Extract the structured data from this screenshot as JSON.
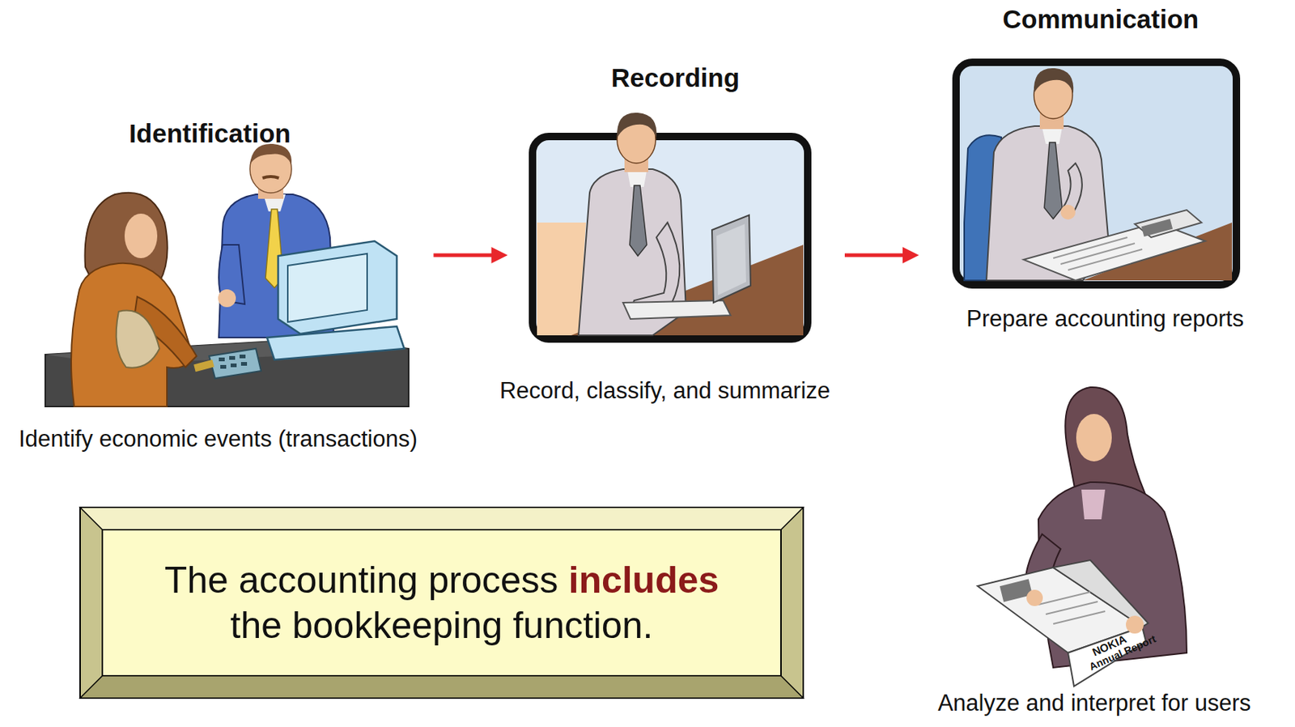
{
  "diagram": {
    "nodes": [
      {
        "text": [
          "Identification",
          "Identify economic events (transactions)"
        ]
      },
      {
        "text": [
          "Recording",
          "Record, classify, and summarize"
        ]
      },
      {
        "text": [
          "Communication",
          "Prepare accounting reports"
        ]
      },
      {
        "text": [
          "Analyze and interpret for users"
        ]
      },
      {
        "text": [
          "The accounting process includes the bookkeeping function."
        ]
      }
    ],
    "edges": [
      {
        "from": 0,
        "to": 1,
        "arrow": "to"
      },
      {
        "from": 1,
        "to": 2,
        "arrow": "to"
      }
    ],
    "labels": [
      "NOKIA",
      "Annual Report"
    ]
  }
}
